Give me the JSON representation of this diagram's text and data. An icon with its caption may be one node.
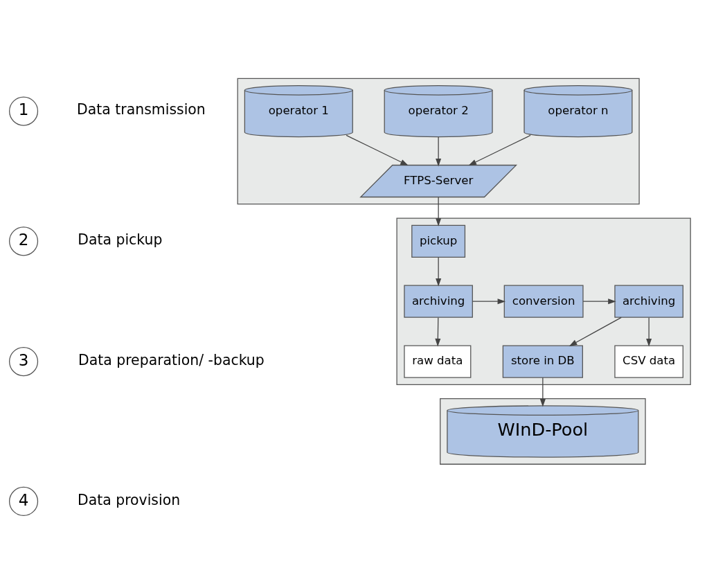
{
  "diagram": {
    "nodes": [
      {
        "text": [
          "1"
        ],
        "beside": [
          "Data transmission"
        ]
      },
      {
        "text": [
          "2"
        ],
        "beside": [
          "Data pickup"
        ]
      },
      {
        "text": [
          "3"
        ],
        "beside": [
          "Data preparation/ -backup"
        ]
      },
      {
        "text": [
          "4"
        ],
        "beside": [
          "Data provision"
        ]
      },
      {
        "text": [],
        "shape": "box"
      },
      {
        "text": [
          "operator 1"
        ],
        "in": 4
      },
      {
        "text": [
          "operator 2"
        ],
        "in": 4
      },
      {
        "text": [
          "operator n"
        ],
        "in": 4
      },
      {
        "text": [
          "FTPS-Server"
        ],
        "in": 4
      },
      {
        "text": [],
        "shape": "box"
      },
      {
        "text": [
          "pickup"
        ],
        "in": 9
      },
      {
        "text": [
          "archiving"
        ],
        "in": 9
      },
      {
        "text": [
          "conversion"
        ],
        "in": 9
      },
      {
        "text": [
          "archiving"
        ],
        "in": 9
      },
      {
        "text": [
          "CSV data"
        ],
        "in": 9
      },
      {
        "text": [
          "raw data"
        ],
        "in": 9
      },
      {
        "text": [
          "store in DB"
        ],
        "in": 9
      },
      {
        "text": [],
        "shape": "box"
      },
      {
        "text": [
          "WInD-Pool"
        ],
        "in": 17
      }
    ],
    "edges": [
      {
        "from": 5,
        "to": 8,
        "arrow": "to"
      },
      {
        "from": 6,
        "to": 8,
        "arrow": "to"
      },
      {
        "from": 7,
        "to": 8,
        "arrow": "to"
      },
      {
        "from": 8,
        "to": 10,
        "arrow": "to"
      },
      {
        "from": 10,
        "to": 11,
        "arrow": "to"
      },
      {
        "from": 11,
        "to": 12,
        "arrow": "to"
      },
      {
        "from": 12,
        "to": 13,
        "arrow": "to"
      },
      {
        "from": 13,
        "to": 14,
        "arrow": "to"
      },
      {
        "from": 11,
        "to": 15,
        "arrow": "to"
      },
      {
        "from": 13,
        "to": 16,
        "arrow": "to"
      },
      {
        "from": 16,
        "to": 18,
        "arrow": "to"
      }
    ]
  }
}
